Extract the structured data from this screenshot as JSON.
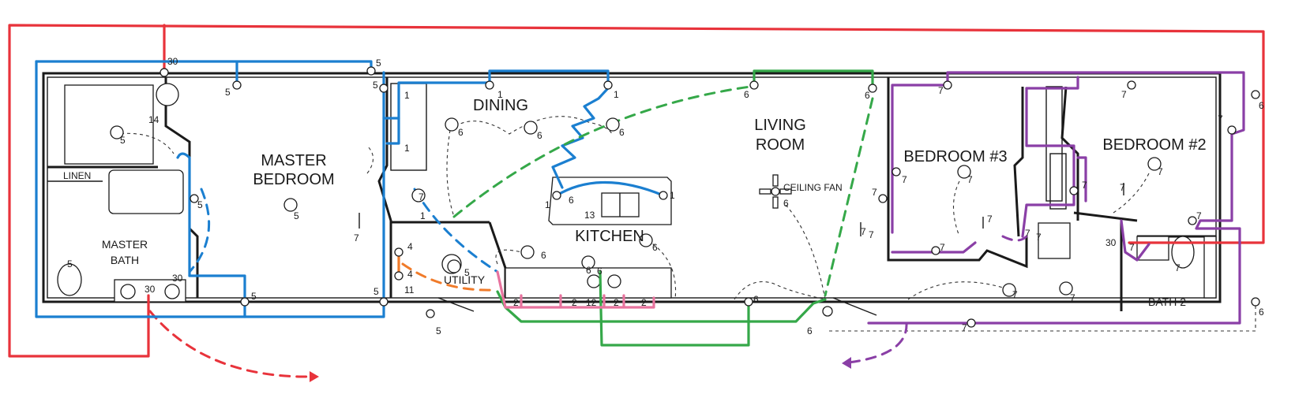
{
  "rooms": {
    "master_bedroom_line1": "MASTER",
    "master_bedroom_line2": "BEDROOM",
    "dining": "DINING",
    "living_line1": "LIVING",
    "living_line2": "ROOM",
    "bedroom3": "BEDROOM #3",
    "bedroom2": "BEDROOM #2",
    "master_bath_line1": "MASTER",
    "master_bath_line2": "BATH",
    "linen": "LINEN",
    "kitchen": "KITCHEN",
    "utility": "UTILITY",
    "bath2": "BATH 2",
    "ceiling_fan": "CEILING FAN"
  },
  "circuits": {
    "c30": "30",
    "c14": "14",
    "c13": "13",
    "c12": "12",
    "c11": "11",
    "c4": "4",
    "c5": "5",
    "c6": "6",
    "c7": "7",
    "c1": "1",
    "c2": "2"
  },
  "colors": {
    "red": "#e8333b",
    "blue": "#1b7fd0",
    "green": "#35a849",
    "purple": "#8a3fa6",
    "pink": "#e8739e",
    "orange": "#f07b2a",
    "walls": "#1a1a1a"
  },
  "icons": [
    "outlet-icon",
    "light-fixture-icon",
    "ceiling-fan-icon",
    "switch-icon",
    "sink-icon",
    "toilet-icon",
    "range-icon"
  ]
}
